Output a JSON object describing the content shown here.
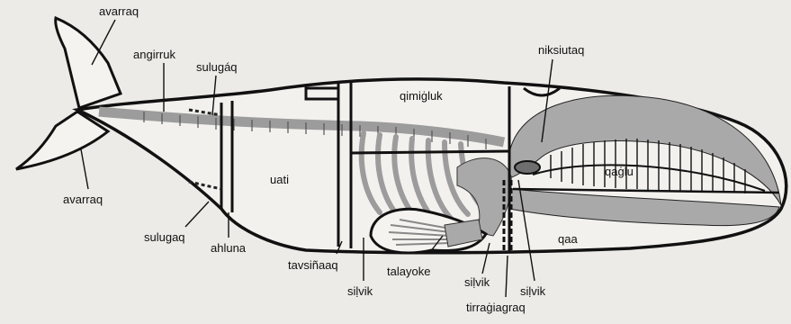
{
  "colors": {
    "background": "#ecebe8",
    "outline": "#111111",
    "bone": "#a9a9a9",
    "baleen": "#a9a9a9"
  },
  "labels": {
    "avarraq_top": "avarraq",
    "avarraq_bottom": "avarraq",
    "angirruk": "angirruk",
    "sulugaq_top": "sulugáq",
    "sulugaq_bottom": "sulugaq",
    "ahluna": "ahluna",
    "uati": "uati",
    "qimigluk": "qimiġluk",
    "niksiutaq": "niksiutaq",
    "qaglu": "qaġlu",
    "qaa": "qaa",
    "tavsinaaq": "tavsiñaaq",
    "silvik_left": "siḷvik",
    "talayoke": "talayoke",
    "silvik_mid": "siḷvik",
    "silvik_right": "siḷvik",
    "tirragiagraq": "tirraġiagraq"
  }
}
